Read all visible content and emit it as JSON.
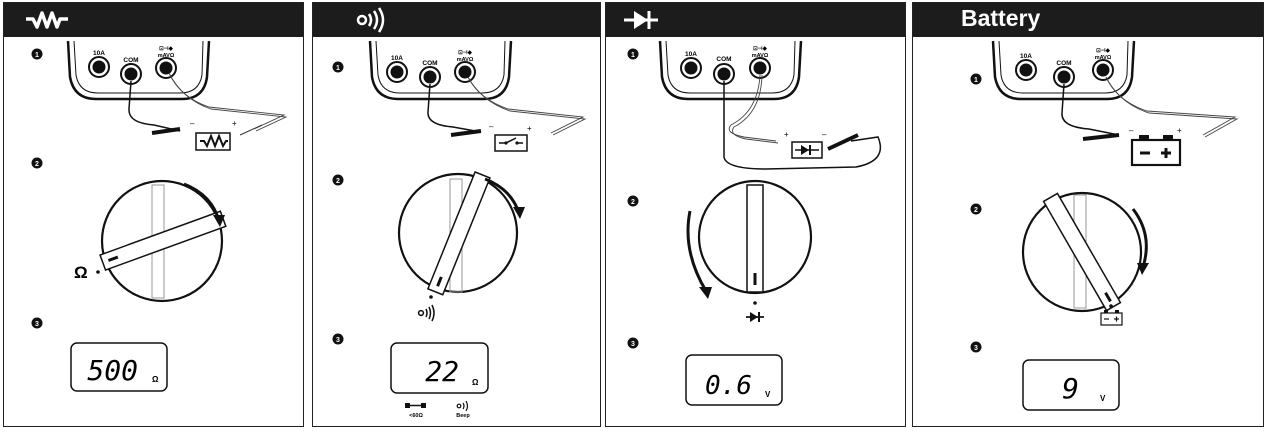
{
  "panels": [
    {
      "header": {
        "icon": "resistance-zigzag-icon",
        "text": ""
      },
      "steps": [
        "1",
        "2",
        "3"
      ],
      "jacks": {
        "left": "10A",
        "mid": "COM",
        "right_top": "⊡⊣◆",
        "right_bottom": "mAVΩ"
      },
      "lead_polarity": {
        "neg": "–",
        "pos": "+"
      },
      "component_icon": "resistor-icon",
      "dial_label": "Ω",
      "display": {
        "value": "500",
        "unit": "Ω"
      },
      "extras": []
    },
    {
      "header": {
        "icon": "continuity-beep-icon",
        "text": ""
      },
      "steps": [
        "1",
        "2",
        "3"
      ],
      "jacks": {
        "left": "10A",
        "mid": "COM",
        "right_top": "⊡⊣◆",
        "right_bottom": "mAVΩ"
      },
      "lead_polarity": {
        "neg": "–",
        "pos": "+"
      },
      "component_icon": "switch-icon",
      "dial_label": "",
      "display": {
        "value": "22",
        "unit": "Ω"
      },
      "extras": [
        {
          "icon": "closed-circuit-icon",
          "label": "<60Ω"
        },
        {
          "icon": "beep-icon",
          "label": "Beep"
        }
      ]
    },
    {
      "header": {
        "icon": "diode-icon",
        "text": ""
      },
      "steps": [
        "1",
        "2",
        "3"
      ],
      "jacks": {
        "left": "10A",
        "mid": "COM",
        "right_top": "⊡⊣◆",
        "right_bottom": "mAVΩ"
      },
      "lead_polarity": {
        "neg": "–",
        "pos": "+"
      },
      "component_icon": "diode-icon",
      "dial_label": "",
      "display": {
        "value": "0.6",
        "unit": "V"
      },
      "extras": []
    },
    {
      "header": {
        "icon": "",
        "text": "Battery"
      },
      "steps": [
        "1",
        "2",
        "3"
      ],
      "jacks": {
        "left": "10A",
        "mid": "COM",
        "right_top": "⊡⊣◆",
        "right_bottom": "mAVΩ"
      },
      "lead_polarity": {
        "neg": "–",
        "pos": "+"
      },
      "component_icon": "battery-icon",
      "dial_label": "",
      "display": {
        "value": "9",
        "unit": "V"
      },
      "extras": []
    }
  ]
}
